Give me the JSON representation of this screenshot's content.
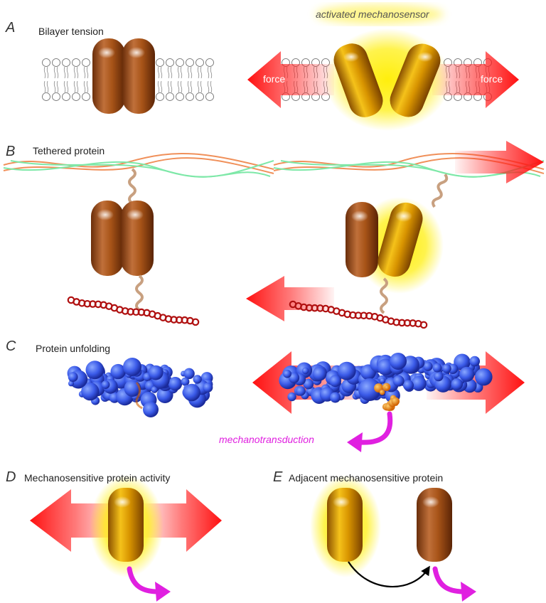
{
  "panels": {
    "a": {
      "letter": "A",
      "title": "Bilayer tension",
      "note": "activated mechanosensor",
      "force_left": "force",
      "force_right": "force"
    },
    "b": {
      "letter": "B",
      "title": "Tethered protein"
    },
    "c": {
      "letter": "C",
      "title": "Protein unfolding",
      "note": "mechanotransduction"
    },
    "d": {
      "letter": "D",
      "title": "Mechanosensitive protein activity"
    },
    "e": {
      "letter": "E",
      "title": "Adjacent mechanosensitive protein"
    }
  },
  "colors": {
    "force_arrow": "#ff1a1a",
    "protein_brown": "#a04a10",
    "protein_active": "#e0a000",
    "glow": "#ffee00",
    "transduction": "#e020e0",
    "molecule_blue": "#3a5ae8",
    "filament_red": "#b01010",
    "fiber_orange": "#f0905a",
    "fiber_green": "#7ee8a8"
  }
}
